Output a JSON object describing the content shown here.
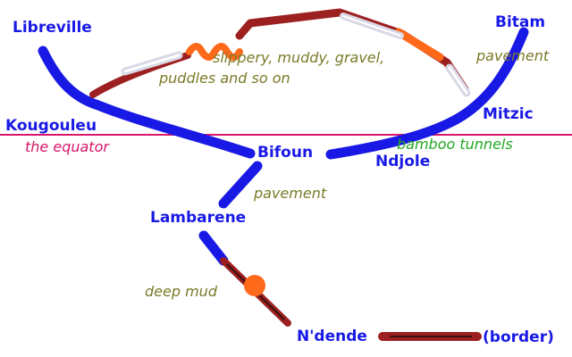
{
  "places": {
    "libreville": "Libreville",
    "kougouleu": "Kougouleu",
    "bifoun": "Bifoun",
    "lambarene": "Lambarene",
    "ndende": "N'dende",
    "ndjole": "Ndjole",
    "mitzic": "Mitzic",
    "bitam": "Bitam"
  },
  "notes": {
    "road_condition_line1": "slippery, muddy, gravel,",
    "road_condition_line2": "puddles and so on",
    "pavement_north": "pavement",
    "pavement_south": "pavement",
    "deep_mud": "deep mud",
    "border": "(border)",
    "equator": "the equator",
    "bamboo_tunnels": "bamboo tunnels"
  },
  "legend_colors": {
    "pavement": "#1919e6",
    "dirt_road": "#9c2020",
    "orange_section": "#ff6a1a",
    "bamboo_tunnel": "#d8d8e6",
    "equator": "#d6176a"
  }
}
